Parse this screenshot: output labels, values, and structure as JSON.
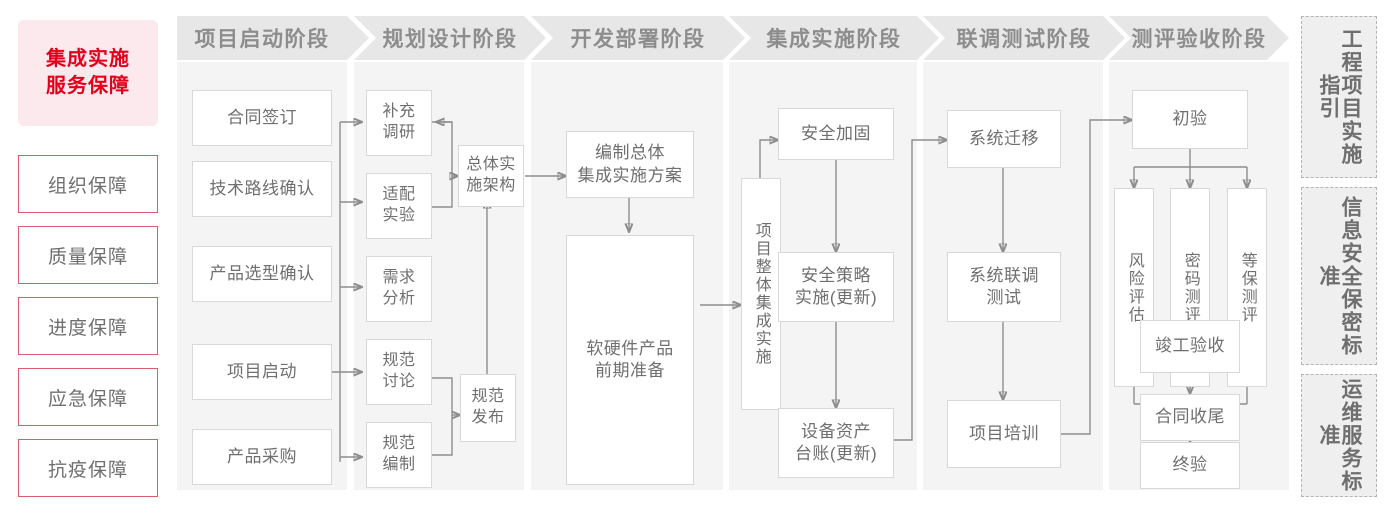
{
  "guarantee": {
    "title_lines": [
      "集成实施",
      "服务保障"
    ],
    "items": [
      {
        "label": "组织保障"
      },
      {
        "label": "质量保障"
      },
      {
        "label": "进度保障"
      },
      {
        "label": "应急保障"
      },
      {
        "label": "抗疫保障"
      }
    ]
  },
  "phases": [
    {
      "header": "项目启动阶段"
    },
    {
      "header": "规划设计阶段"
    },
    {
      "header": "开发部署阶段"
    },
    {
      "header": "集成实施阶段"
    },
    {
      "header": "联调测试阶段"
    },
    {
      "header": "测评验收阶段"
    }
  ],
  "nodes": {
    "p1": [
      {
        "label": "合同签订"
      },
      {
        "label": "技术路线确认"
      },
      {
        "label": "产品选型确认"
      },
      {
        "label": "项目启动"
      },
      {
        "label": "产品采购"
      }
    ],
    "p2": [
      {
        "label": "补充\n调研"
      },
      {
        "label": "适配\n实验"
      },
      {
        "label": "需求\n分析"
      },
      {
        "label": "规范\n讨论"
      },
      {
        "label": "规范\n编制"
      },
      {
        "label": "总体实\n施架构"
      },
      {
        "label": "规范\n发布"
      }
    ],
    "p3": [
      {
        "label": "编制总体\n集成实施方案"
      },
      {
        "label": "软硬件产品\n前期准备"
      }
    ],
    "p4": [
      {
        "label": "项目整体集成实施"
      },
      {
        "label": "安全加固"
      },
      {
        "label": "安全策略\n实施(更新)"
      },
      {
        "label": "设备资产\n台账(更新)"
      }
    ],
    "p5": [
      {
        "label": "系统迁移"
      },
      {
        "label": "系统联调\n测试"
      },
      {
        "label": "项目培训"
      }
    ],
    "p6": [
      {
        "label": "初验"
      },
      {
        "label": "风险评估"
      },
      {
        "label": "密码测评"
      },
      {
        "label": "等保测评"
      },
      {
        "label": "竣工验收"
      },
      {
        "label": "合同收尾"
      },
      {
        "label": "终验"
      }
    ]
  },
  "standards": [
    {
      "label": "工程项目实施指引"
    },
    {
      "label": "信息安全保密标准"
    },
    {
      "label": "运维服务标准"
    }
  ],
  "colors": {
    "accent_red": "#e3001b",
    "accent_red_soft": "#fce9ed",
    "red_border": "#e05a6e",
    "phase_header_bg": "#e7e7e7",
    "phase_body_bg": "#f4f4f4",
    "node_border": "#d8d8d8",
    "text_gray": "#6f6f6f",
    "wire": "#8d8d8d"
  }
}
